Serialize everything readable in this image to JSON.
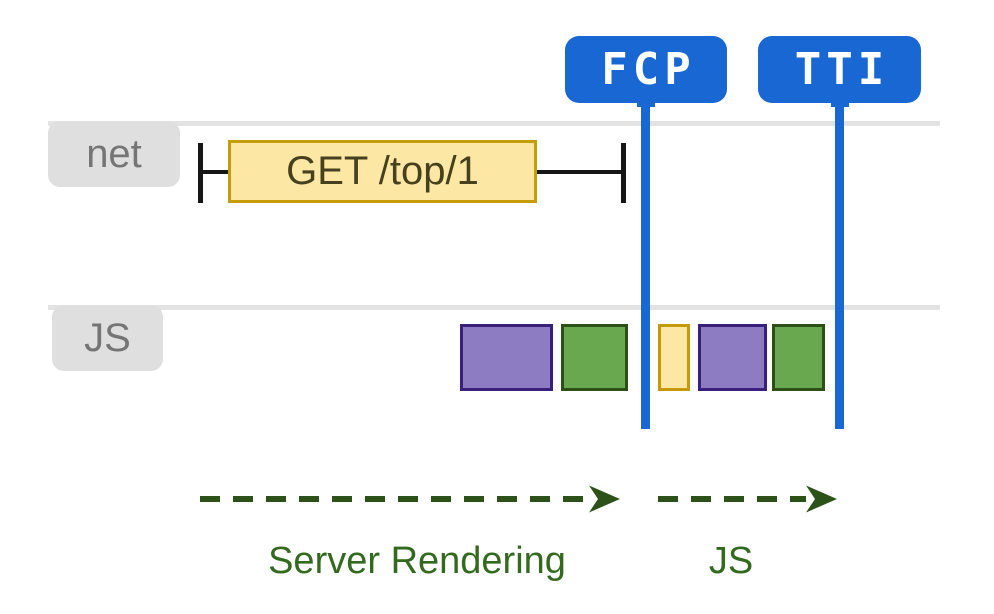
{
  "markers": [
    {
      "label": "FCP"
    },
    {
      "label": "TTI"
    }
  ],
  "tracks": {
    "net": {
      "label": "net",
      "request": {
        "label": "GET /top/1"
      }
    },
    "js": {
      "label": "JS",
      "blocks": [
        {
          "color": "purple"
        },
        {
          "color": "green"
        },
        {
          "color": "yellow"
        },
        {
          "color": "purple"
        },
        {
          "color": "green"
        }
      ]
    }
  },
  "phases": [
    {
      "label": "Server Rendering"
    },
    {
      "label": "JS"
    }
  ],
  "colors": {
    "marker_blue": "#1967D2",
    "track_line_gray": "#E3E3E3",
    "track_label_bg": "#DFDFDF",
    "track_label_text": "#757575",
    "request_fill": "#FCE8A4",
    "request_border": "#C79C0B",
    "block_purple_fill": "#8E7CC3",
    "block_purple_border": "#38207C",
    "block_green_fill": "#6AA84F",
    "block_green_border": "#2D5016",
    "block_yellow_fill": "#FCE8A4",
    "block_yellow_border": "#C49A08",
    "phase_green": "#346A20",
    "ibeam_black": "#161616"
  }
}
